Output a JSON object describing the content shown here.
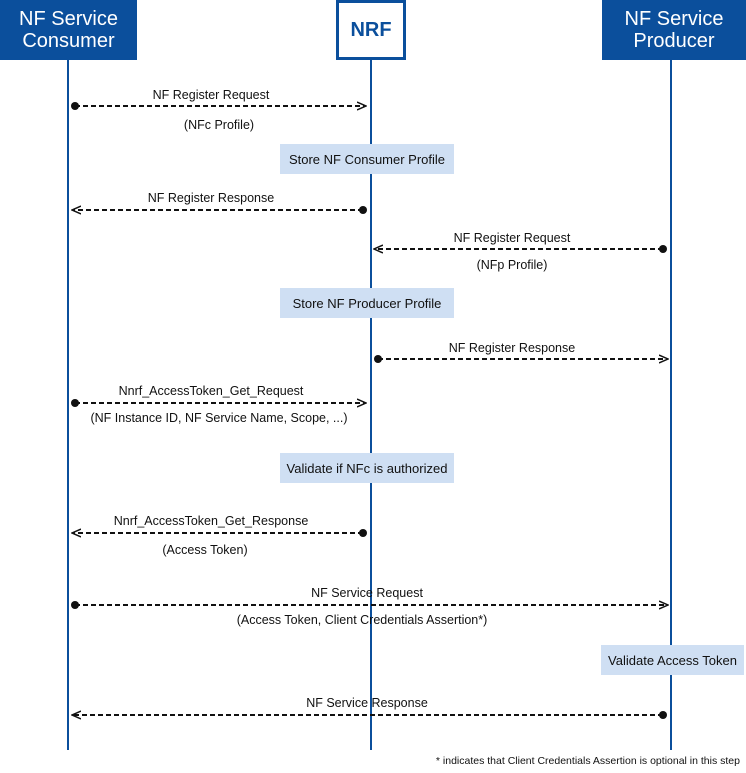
{
  "actors": {
    "consumer": "NF Service\nConsumer",
    "nrf": "NRF",
    "producer": "NF Service\nProducer"
  },
  "messages": [
    {
      "id": "m1",
      "label": "NF Register Request",
      "sub": "(NFc Profile)"
    },
    {
      "id": "m2",
      "label": "NF Register Response",
      "sub": ""
    },
    {
      "id": "m3",
      "label": "NF Register Request",
      "sub": "(NFp Profile)"
    },
    {
      "id": "m4",
      "label": "NF Register Response",
      "sub": ""
    },
    {
      "id": "m5",
      "label": "Nnrf_AccessToken_Get_Request",
      "sub": "(NF Instance ID, NF Service Name, Scope, ...)"
    },
    {
      "id": "m6",
      "label": "Nnrf_AccessToken_Get_Response",
      "sub": "(Access Token)"
    },
    {
      "id": "m7",
      "label": "NF Service Request",
      "sub": "(Access Token, Client Credentials Assertion*)"
    },
    {
      "id": "m8",
      "label": "NF Service Response",
      "sub": ""
    }
  ],
  "notes": {
    "n1": "Store NF Consumer Profile",
    "n2": "Store NF Producer Profile",
    "n3": "Validate if NFc is authorized",
    "n4": "Validate Access Token"
  },
  "footnote": "* indicates that Client Credentials Assertion is optional in this step",
  "colors": {
    "primary": "#0b4f9c",
    "note_bg": "#cfdff3"
  }
}
